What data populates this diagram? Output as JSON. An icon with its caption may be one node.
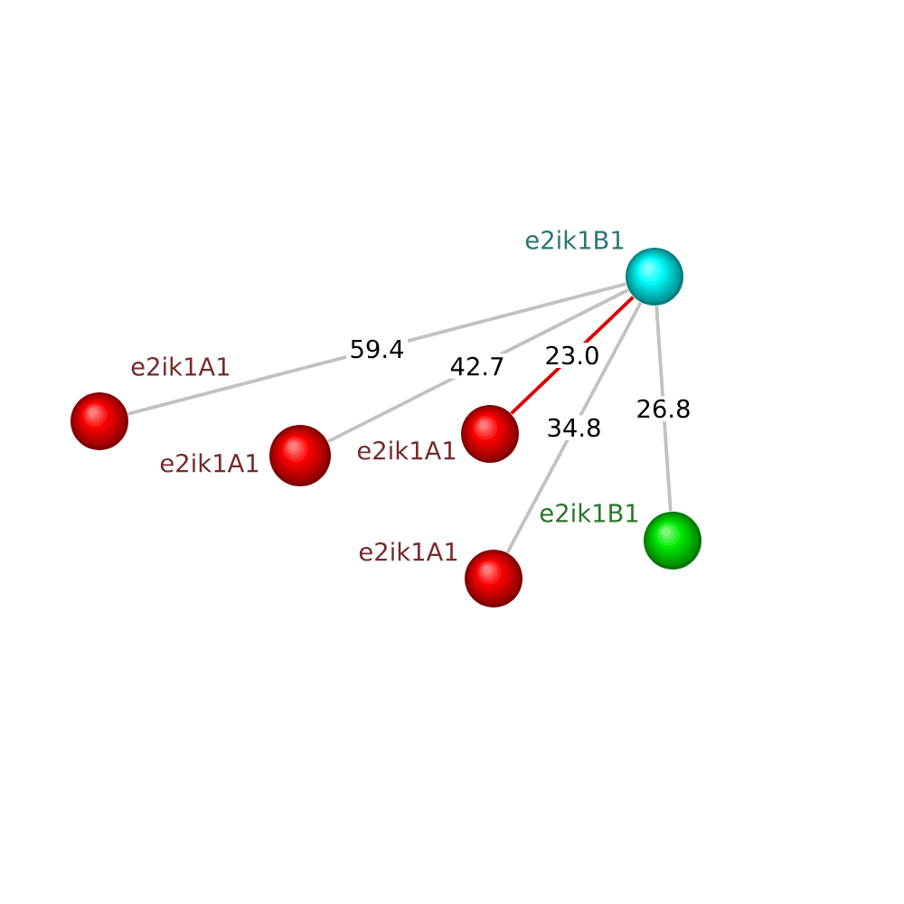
{
  "diagram": {
    "nodes": [
      {
        "text": [],
        "shape": "circle",
        "beside": [
          "e2ik1B1"
        ]
      },
      {
        "text": [],
        "shape": "circle",
        "beside": [
          "e2ik1A1"
        ]
      },
      {
        "text": [],
        "shape": "circle",
        "beside": [
          "e2ik1A1"
        ]
      },
      {
        "text": [],
        "shape": "circle",
        "beside": [
          "e2ik1A1"
        ]
      },
      {
        "text": [],
        "shape": "circle",
        "beside": [
          "e2ik1A1"
        ]
      },
      {
        "text": [],
        "shape": "circle",
        "beside": [
          "e2ik1B1"
        ]
      }
    ],
    "edges": [
      {
        "from": 0,
        "to": 1,
        "arrow": "none",
        "label": "59.4"
      },
      {
        "from": 0,
        "to": 2,
        "arrow": "none",
        "label": "42.7"
      },
      {
        "from": 0,
        "to": 3,
        "arrow": "none",
        "label": "23.0",
        "color": "#dd0000"
      },
      {
        "from": 0,
        "to": 4,
        "arrow": "none",
        "label": "34.8"
      },
      {
        "from": 0,
        "to": 5,
        "arrow": "none",
        "label": "26.8"
      }
    ]
  }
}
